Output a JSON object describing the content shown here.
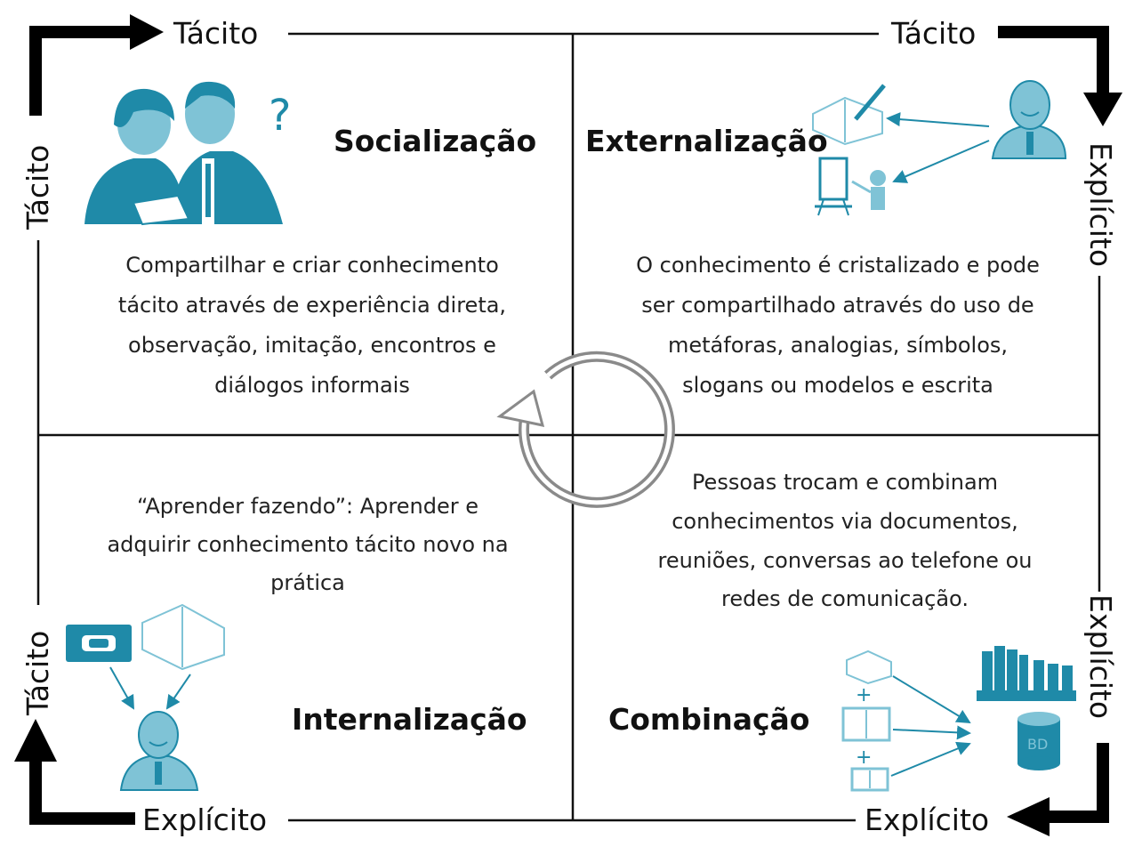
{
  "axis_labels": {
    "top_left": "Tácito",
    "top_right": "Tácito",
    "left_upper": "Tácito",
    "left_lower": "Tácito",
    "right_upper": "Explícito",
    "right_lower": "Explícito",
    "bottom_left": "Explícito",
    "bottom_right": "Explícito"
  },
  "quadrants": {
    "socializacao": {
      "title": "Socialização",
      "lines": [
        "Compartilhar e criar conhecimento",
        "tácito através de experiência direta,",
        "observação, imitação, encontros e",
        "diálogos informais"
      ]
    },
    "externalizacao": {
      "title": "Externalização",
      "lines": [
        "O conhecimento é cristalizado e pode",
        "ser compartilhado através do uso de",
        "metáforas, analogias, símbolos,",
        "slogans ou modelos e escrita"
      ]
    },
    "internalizacao": {
      "title": "Internalização",
      "lines": [
        "“Aprender fazendo”: Aprender e",
        "adquirir conhecimento tácito novo na",
        "prática"
      ]
    },
    "combinacao": {
      "title": "Combinação",
      "lines": [
        "Pessoas trocam e combinam",
        "conhecimentos via documentos,",
        "reuniões, conversas ao telefone ou",
        "redes de comunicação."
      ]
    }
  },
  "icons": {
    "question_mark": "?",
    "database_label": "BD",
    "plus_sign": "+"
  },
  "colors": {
    "accent": "#1f8aa8",
    "accent_light": "#7fc3d6",
    "line": "#111111",
    "cycle_arrow": "#8a8a8a"
  }
}
